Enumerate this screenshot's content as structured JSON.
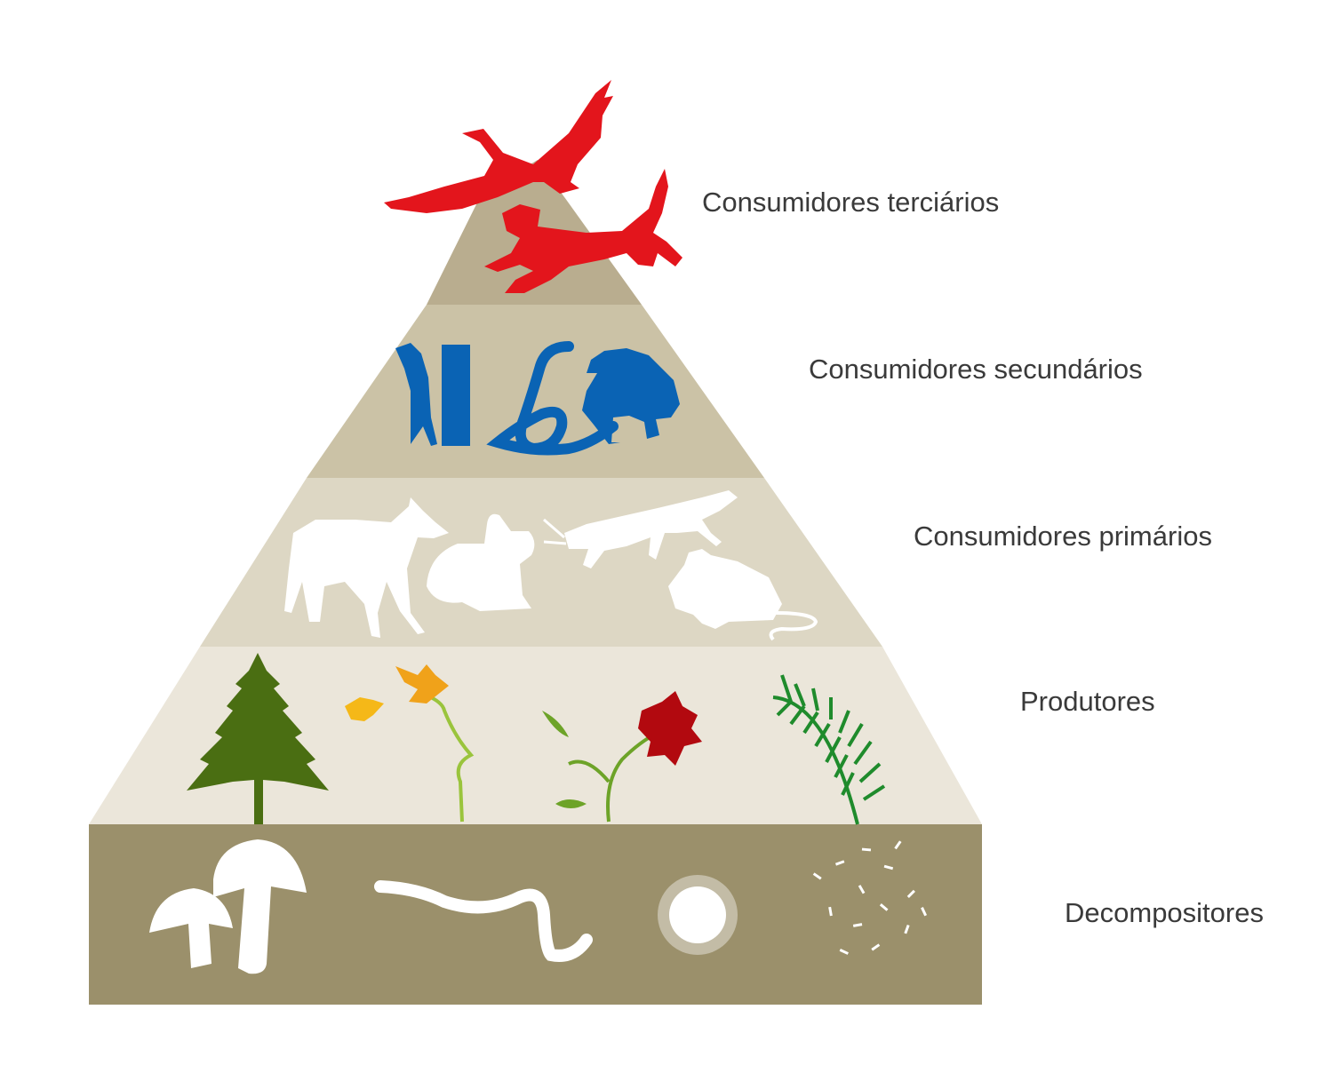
{
  "levels": [
    {
      "label": "Consumidores terciários",
      "colors": {
        "band": "#b9ad8f",
        "organism": "#e3151c"
      },
      "organisms": [
        "eagle-icon",
        "puma-icon"
      ]
    },
    {
      "label": "Consumidores secundários",
      "colors": {
        "band": "#cbc2a6",
        "organism": "#0a63b4"
      },
      "organisms": [
        "woodpecker-icon",
        "snake-icon",
        "frog-icon"
      ]
    },
    {
      "label": "Consumidores primários",
      "colors": {
        "band": "#ddd7c4",
        "organism": "#ffffff"
      },
      "organisms": [
        "deer-icon",
        "rabbit-icon",
        "grasshopper-icon",
        "mouse-icon"
      ]
    },
    {
      "label": "Produtores",
      "colors": {
        "band": "#ebe6da",
        "organism": "#4a6e12"
      },
      "organisms": [
        "pine-tree-icon",
        "orange-flower-icon",
        "red-flower-icon",
        "fern-icon"
      ]
    },
    {
      "label": "Decompositores",
      "colors": {
        "band": "#9b906b",
        "organism": "#ffffff"
      },
      "organisms": [
        "mushroom-icon",
        "worm-icon",
        "fungus-spore-icon",
        "bacteria-icon"
      ]
    }
  ]
}
